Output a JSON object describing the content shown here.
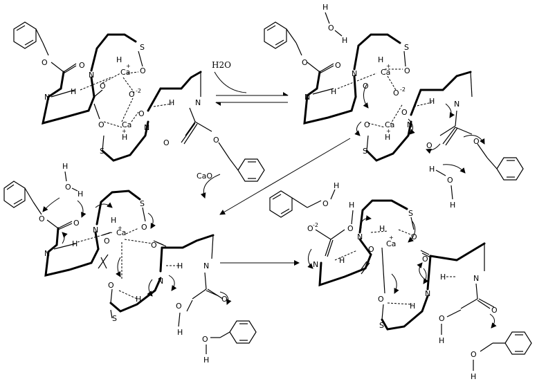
{
  "reagents": {
    "water": "H2O",
    "cao": "CaO"
  },
  "atoms": {
    "N": "N",
    "O": "O",
    "S": "S",
    "H": "H",
    "Ca": "Ca",
    "plus": "+",
    "minus2": "-2"
  }
}
